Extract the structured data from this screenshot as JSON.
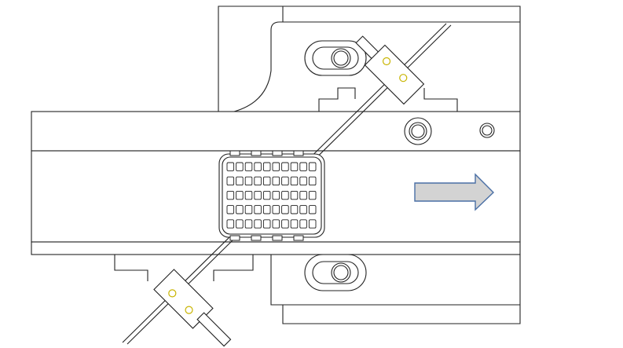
{
  "drawing": {
    "background": "#ffffff",
    "line_color": "#222222",
    "screw_color": "#c8b400",
    "arrow": {
      "direction": "right",
      "fill": "#d3d3d3",
      "stroke": "#4a6fa5"
    },
    "connector": {
      "rows": 5,
      "columns": 10
    }
  }
}
